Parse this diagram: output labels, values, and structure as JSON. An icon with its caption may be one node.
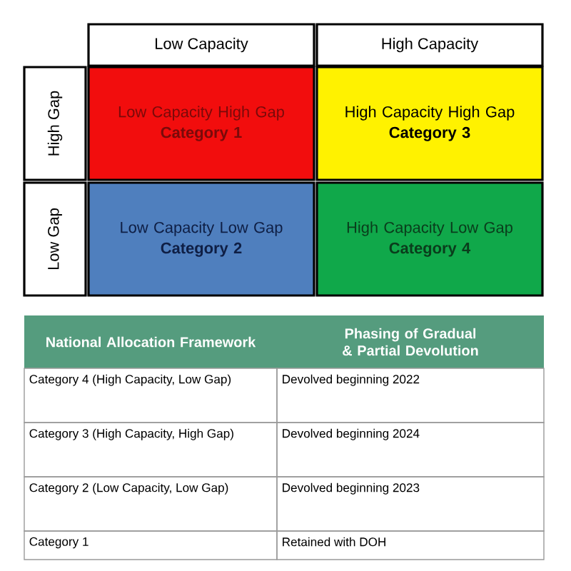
{
  "diagram": {
    "nodes": [
      {
        "text": [
          "Low Capacity"
        ]
      },
      {
        "text": [
          "High Capacity"
        ]
      },
      {
        "text": [
          "High Gap"
        ]
      },
      {
        "text": [
          "Low Capacity High Gap",
          "Category 1"
        ]
      },
      {
        "text": [
          "High Capacity High Gap",
          "Category 3"
        ]
      },
      {
        "text": [
          "Low Gap"
        ]
      },
      {
        "text": [
          "Low Capacity Low Gap",
          "Category 2"
        ]
      },
      {
        "text": [
          "High Capacity Low Gap",
          "Category 4"
        ]
      }
    ],
    "labels": [
      "National Allocation Framework",
      "Phasing of Gradual & Partial Devolution",
      "Category 4 (High Capacity, Low Gap)",
      "Devolved beginning 2022",
      "Category 3 (High Capacity, High Gap)",
      "Devolved beginning 2024",
      "Category 2 (Low Capacity, Low Gap)",
      "Devolved beginning 2023",
      "Category 1",
      "Retained with DOH"
    ]
  }
}
